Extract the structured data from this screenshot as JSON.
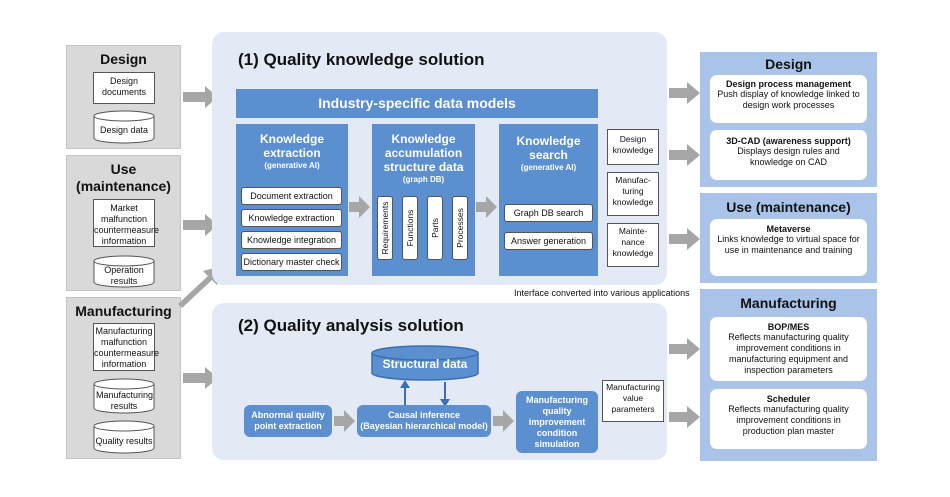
{
  "inputs": {
    "design": {
      "title": "Design",
      "items": [
        "Design documents",
        "Design data"
      ]
    },
    "use": {
      "title_line1": "Use",
      "title_line2": "(maintenance)",
      "items": [
        "Market malfunction countermeasure information",
        "Operation results"
      ]
    },
    "manufacturing": {
      "title": "Manufacturing",
      "items": [
        "Manufacturing malfunction countermeasure information",
        "Manufacturing results",
        "Quality results"
      ]
    }
  },
  "knowledge_solution": {
    "title": "(1) Quality knowledge solution",
    "banner": "Industry-specific data models",
    "extraction": {
      "title_line1": "Knowledge",
      "title_line2": "extraction",
      "subtitle": "(generative AI)",
      "items": [
        "Document extraction",
        "Knowledge extraction",
        "Knowledge integration",
        "Dictionary master check"
      ]
    },
    "accumulation": {
      "title_line1": "Knowledge",
      "title_line2": "accumulation",
      "title_line3": "structure data",
      "subtitle": "(graph DB)",
      "columns": [
        "Requirements",
        "Functions",
        "Parts",
        "Processes"
      ]
    },
    "search": {
      "title_line1": "Knowledge",
      "title_line2": "search",
      "subtitle": "(generative AI)",
      "items": [
        "Graph DB search",
        "Answer generation"
      ]
    },
    "knowledge_docs": [
      "Design knowledge",
      "Manufac- turing knowledge",
      "Mainte- nance knowledge"
    ],
    "interface_note": "Interface converted into various applications"
  },
  "analysis_solution": {
    "title": "(2) Quality analysis solution",
    "structural_data": "Structural data",
    "abnormal": "Abnormal quality point extraction",
    "causal_line1": "Causal inference",
    "causal_line2": "(Bayesian hierarchical model)",
    "simulation": "Manufacturing quality improvement condition simulation",
    "params_doc": "Manufacturing value parameters"
  },
  "outputs": {
    "design": {
      "title": "Design",
      "cards": [
        {
          "title": "Design process management",
          "desc": "Push display of knowledge linked to design work processes"
        },
        {
          "title": "3D-CAD (awareness support)",
          "desc": "Displays design rules and knowledge on CAD"
        }
      ]
    },
    "use": {
      "title": "Use (maintenance)",
      "cards": [
        {
          "title": "Metaverse",
          "desc": "Links knowledge to virtual space for use in maintenance and training"
        }
      ]
    },
    "manufacturing": {
      "title": "Manufacturing",
      "cards": [
        {
          "title": "BOP/MES",
          "desc": "Reflects manufacturing quality improvement conditions in manufacturing equipment and inspection parameters"
        },
        {
          "title": "Scheduler",
          "desc": "Reflects manufacturing quality improvement conditions in production plan master"
        }
      ]
    }
  },
  "colors": {
    "blue": "#5b8fcf",
    "panel": "#e3eaf6",
    "output": "#a9c4e8",
    "arrow": "#a6a6a6",
    "grey": "#d9d9d9"
  }
}
